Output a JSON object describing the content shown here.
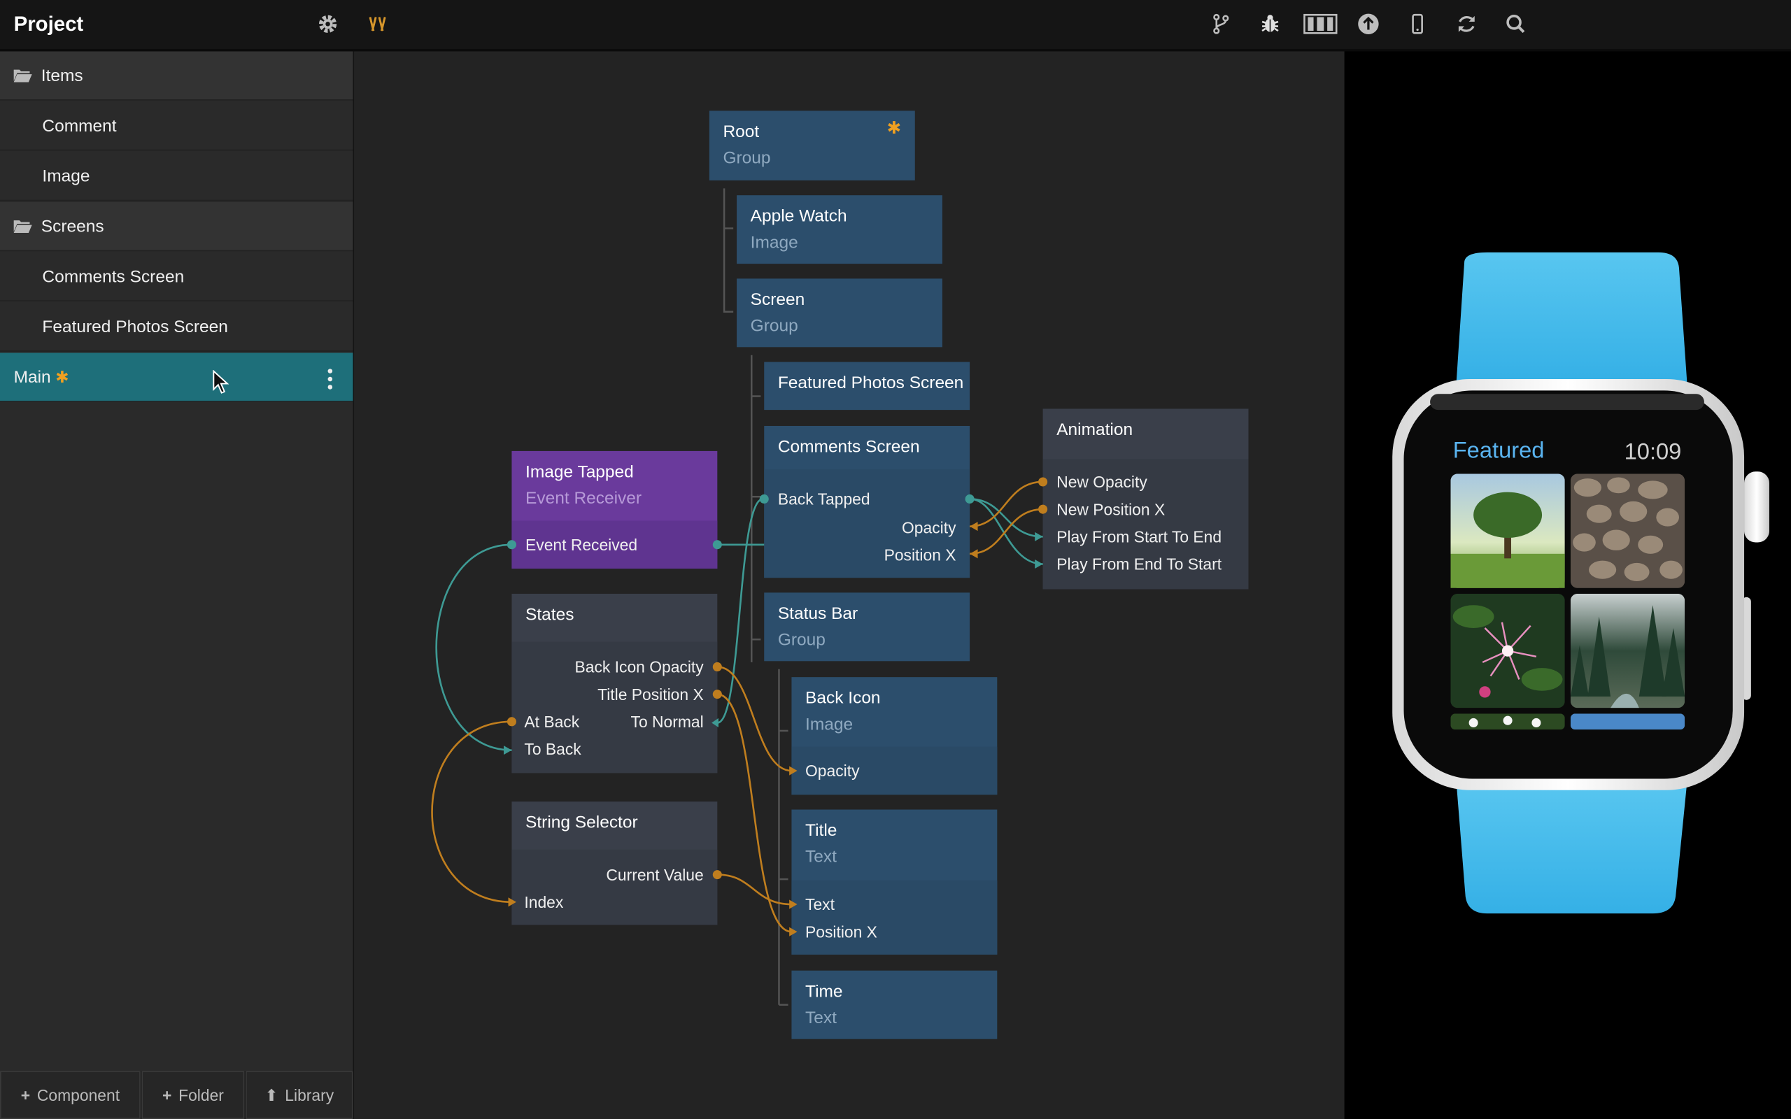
{
  "app": {
    "title": "Project"
  },
  "toolbar": {
    "left_icons": [
      "gear-icon",
      "diff-icon"
    ],
    "right_icons": [
      "branch-icon",
      "bug-icon",
      "columns-icon",
      "upload-icon",
      "device-icon",
      "refresh-icon",
      "search-icon"
    ]
  },
  "sidebar": {
    "items": [
      {
        "label": "Items",
        "type": "folder"
      },
      {
        "label": "Comment",
        "type": "child"
      },
      {
        "label": "Image",
        "type": "child"
      },
      {
        "label": "Screens",
        "type": "folder"
      },
      {
        "label": "Comments Screen",
        "type": "child"
      },
      {
        "label": "Featured Photos Screen",
        "type": "child"
      },
      {
        "label": "Main",
        "type": "selected",
        "badge": "✱"
      }
    ],
    "bottom_buttons": [
      {
        "icon": "plus-icon",
        "label": "Component"
      },
      {
        "icon": "plus-icon",
        "label": "Folder"
      },
      {
        "icon": "upload-icon",
        "label": "Library"
      }
    ]
  },
  "graph": {
    "root": {
      "title": "Root",
      "subtitle": "Group",
      "badge": "✱"
    },
    "apple_watch": {
      "title": "Apple Watch",
      "subtitle": "Image"
    },
    "screen": {
      "title": "Screen",
      "subtitle": "Group"
    },
    "featured_photos_screen": {
      "title": "Featured Photos Screen"
    },
    "comments_screen": {
      "title": "Comments Screen",
      "ports": [
        "Back Tapped",
        "Opacity",
        "Position X"
      ]
    },
    "animation": {
      "title": "Animation",
      "ports": [
        "New Opacity",
        "New Position X",
        "Play From Start To End",
        "Play From End To Start"
      ]
    },
    "image_tapped": {
      "title": "Image Tapped",
      "subtitle": "Event Receiver",
      "ports": [
        "Event Received"
      ]
    },
    "states": {
      "title": "States",
      "ports": [
        "Back Icon Opacity",
        "Title Position X",
        "At Back",
        "To Normal",
        "To Back"
      ]
    },
    "status_bar": {
      "title": "Status Bar",
      "subtitle": "Group"
    },
    "back_icon": {
      "title": "Back Icon",
      "subtitle": "Image",
      "ports": [
        "Opacity"
      ]
    },
    "string_selector": {
      "title": "String Selector",
      "ports": [
        "Current Value",
        "Index"
      ]
    },
    "title": {
      "title": "Title",
      "subtitle": "Text",
      "ports": [
        "Text",
        "Position X"
      ]
    },
    "time": {
      "title": "Time",
      "subtitle": "Text"
    }
  },
  "watch": {
    "title": "Featured",
    "time": "10:09",
    "band_color": "#3db8e8",
    "accent_color": "#5ab4f0"
  },
  "colors": {
    "accent": "#1e6f7a",
    "wire_orange": "#c07e1e",
    "wire_teal": "#3e9a94",
    "node_blue": "#2c4e6c",
    "node_purple": "#6a3a9c",
    "node_gray": "#3a3f4a"
  }
}
